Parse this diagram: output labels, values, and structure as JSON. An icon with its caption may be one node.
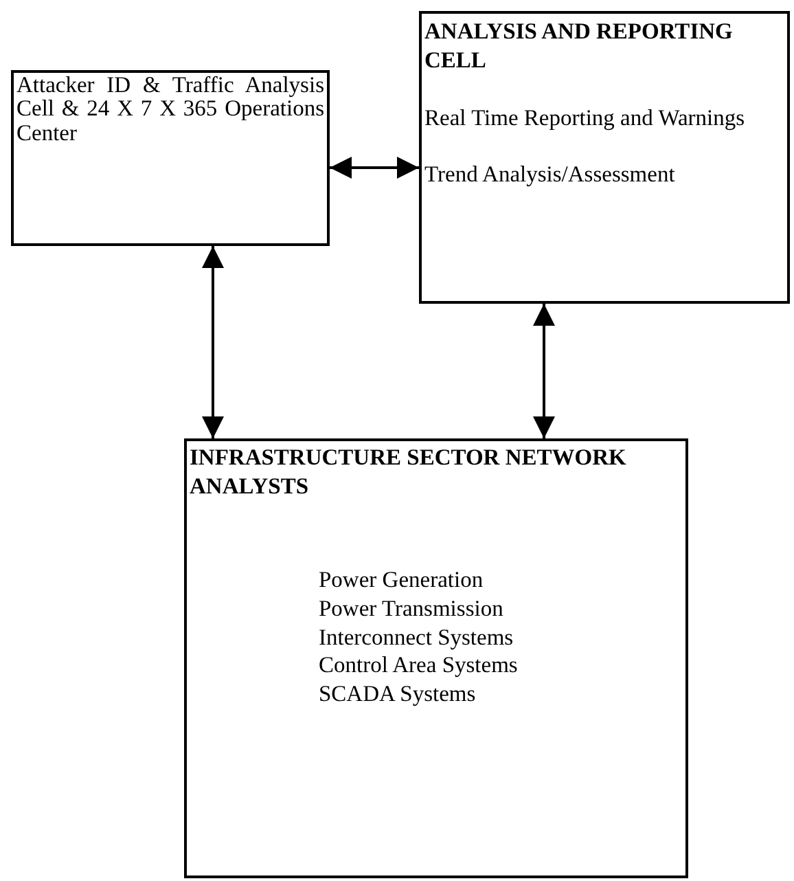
{
  "diagram": {
    "nodes": [
      {
        "text": [
          "Attacker ID & Traffic Analysis Cell & 24 X 7 X 365 Operations Center"
        ]
      },
      {
        "text": [
          "ANALYSIS AND REPORTING CELL",
          "Real Time Reporting and Warnings",
          "Trend Analysis/Assessment"
        ]
      },
      {
        "text": [
          "INFRASTRUCTURE SECTOR NETWORK ANALYSTS",
          "Power Generation",
          "Power Transmission",
          "Interconnect Systems",
          "Control Area Systems",
          "SCADA Systems"
        ]
      }
    ],
    "edges": [
      {
        "from": 0,
        "to": 1,
        "arrow": "both"
      },
      {
        "from": 0,
        "to": 2,
        "arrow": "both"
      },
      {
        "from": 1,
        "to": 2,
        "arrow": "both"
      }
    ]
  }
}
